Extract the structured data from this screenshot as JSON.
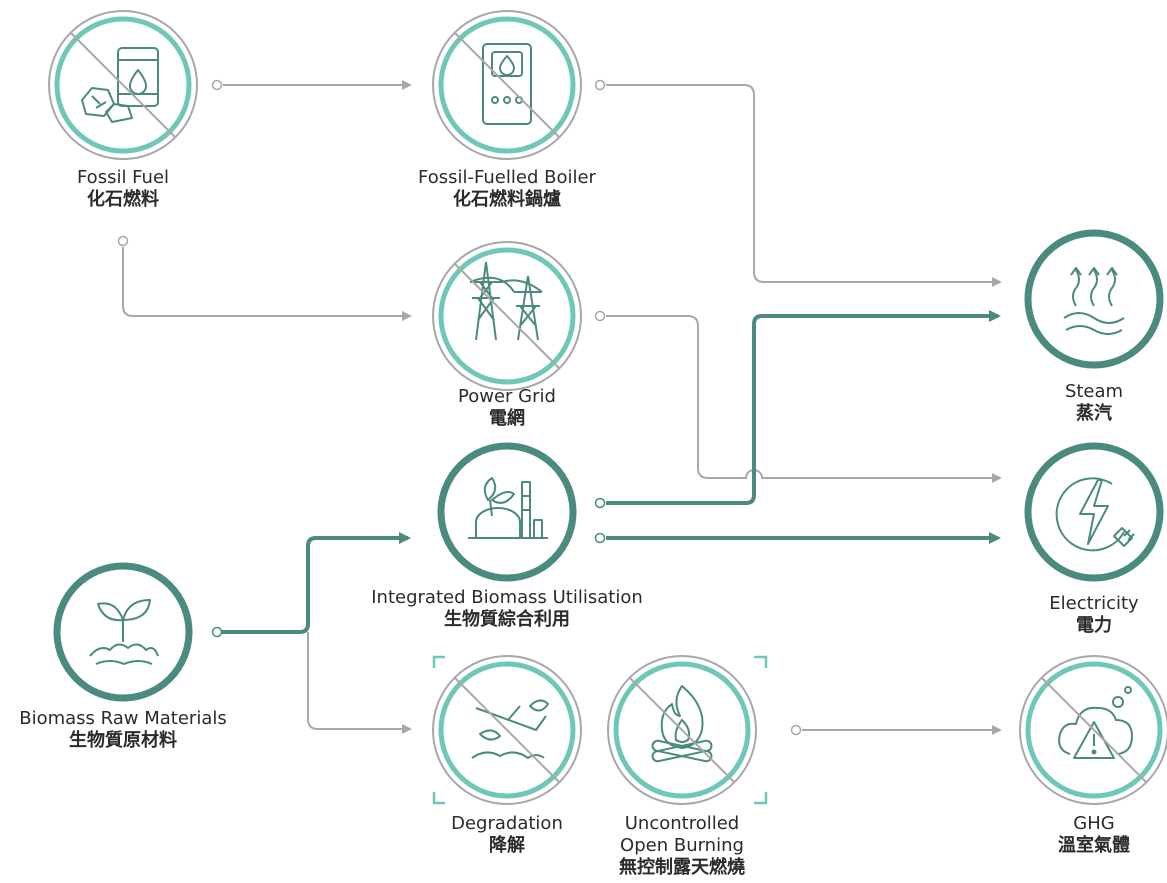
{
  "nodes": {
    "fossil_fuel": {
      "en": "Fossil Fuel",
      "zh": "化石燃料"
    },
    "boiler": {
      "en": "Fossil-Fuelled Boiler",
      "zh": "化石燃料鍋爐"
    },
    "power_grid": {
      "en": "Power Grid",
      "zh": "電網"
    },
    "biomass_util": {
      "en": "Integrated Biomass Utilisation",
      "zh": "生物質綜合利用"
    },
    "biomass_raw": {
      "en": "Biomass Raw Materials",
      "zh": "生物質原材料"
    },
    "degradation": {
      "en": "Degradation",
      "zh": "降解"
    },
    "burning": {
      "en_line1": "Uncontrolled",
      "en_line2": "Open Burning",
      "zh": "無控制露天燃燒"
    },
    "steam": {
      "en": "Steam",
      "zh": "蒸汽"
    },
    "electricity": {
      "en": "Electricity",
      "zh": "電力"
    },
    "ghg": {
      "en": "GHG",
      "zh": "溫室氣體"
    }
  },
  "colors": {
    "teal_light": "#6fc7b9",
    "teal_dark": "#4a8a7f",
    "grey": "#a8a8a8",
    "icon": "#4a8a7f",
    "text": "#2b2b2b"
  }
}
